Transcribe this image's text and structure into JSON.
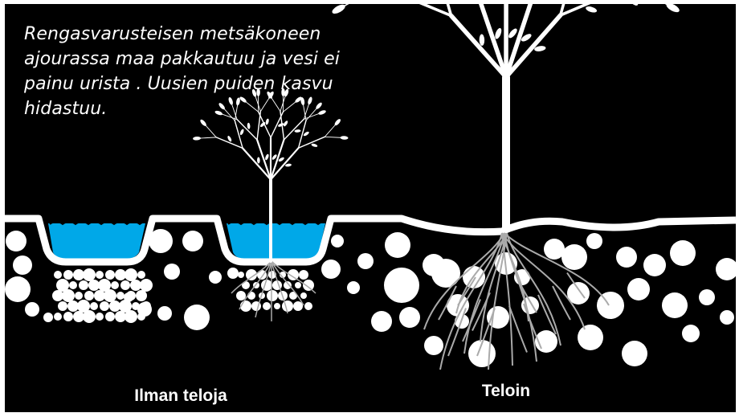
{
  "caption": "Rengasvarusteisen metsäkoneen ajourassa maa pakkautuu ja vesi ei painu urista . Uusien puiden kasvu hidastuu.",
  "labels": {
    "left": "Ilman teloja",
    "right": "Teloin"
  },
  "colors": {
    "background": "#000000",
    "soil_stones": "#ffffff",
    "water": "#00a8e8",
    "roots": "#bbbbbb"
  }
}
